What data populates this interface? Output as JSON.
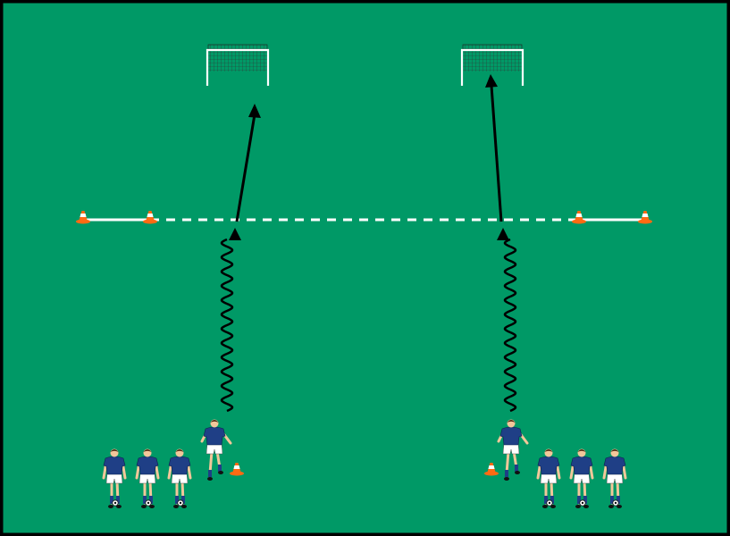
{
  "colors": {
    "pitch": "#009966",
    "border": "#000000",
    "line": "#ffffff",
    "arrow": "#000000",
    "cone_orange": "#ff6a13",
    "cone_white": "#ffffff",
    "shirt": "#1f3f86",
    "shorts": "#ffffff",
    "skin": "#f2c79a",
    "hair": "#4a2a12",
    "sock": "#1f3f86"
  },
  "icons": {
    "goal": "goal-icon",
    "cone": "cone-icon",
    "player": "player-icon",
    "ball": "ball-icon"
  },
  "drill": {
    "goals": 2,
    "cones": 6,
    "players": 8,
    "dribble_runs": 2,
    "shots": 2
  }
}
